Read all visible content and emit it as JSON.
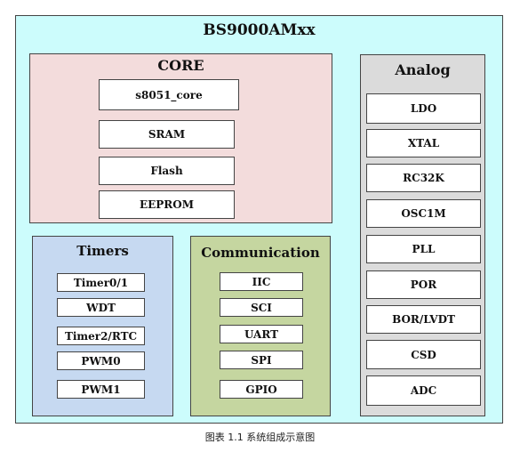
{
  "title": "BS9000AMxx",
  "core": {
    "title": "CORE",
    "blocks": [
      "s8051_core",
      "SRAM",
      "Flash",
      "EEPROM"
    ]
  },
  "timers": {
    "title": "Timers",
    "blocks": [
      "Timer0/1",
      "WDT",
      "Timer2/RTC",
      "PWM0",
      "PWM1"
    ]
  },
  "communication": {
    "title": "Communication",
    "blocks": [
      "IIC",
      "SCI",
      "UART",
      "SPI",
      "GPIO"
    ]
  },
  "analog": {
    "title": "Analog",
    "blocks": [
      "LDO",
      "XTAL",
      "RC32K",
      "OSC1M",
      "PLL",
      "POR",
      "BOR/LVDT",
      "CSD",
      "ADC"
    ]
  },
  "caption": "图表 1.1 系统组成示意图",
  "colors": {
    "chip_bg": "#ccfcfc",
    "core_bg": "#f3dcdc",
    "timers_bg": "#c6d9f1",
    "communication_bg": "#c5d6a0",
    "analog_bg": "#dbdbdb"
  }
}
